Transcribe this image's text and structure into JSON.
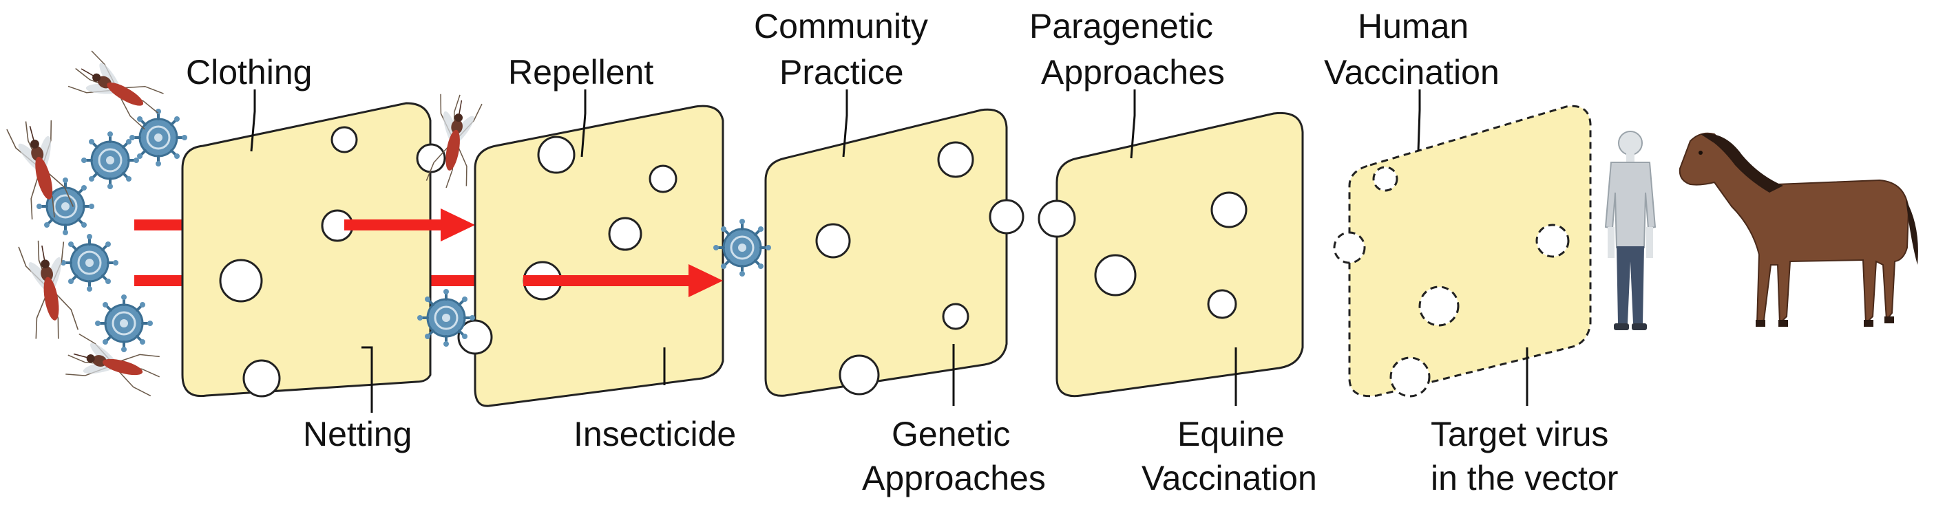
{
  "diagram": {
    "colors": {
      "slice_fill": "#fbf0b4",
      "outline": "#222222",
      "arrow": "#f2231f",
      "virus": "#5f93b8",
      "virus_dark": "#3c6f93",
      "mosquito_body": "#b43a2c",
      "horse": "#7a4a30",
      "horse_mane": "#2b1a12",
      "person_shirt": "#c9ced3",
      "person_pants": "#41516a"
    },
    "labels": {
      "clothing": "Clothing",
      "netting": "Netting",
      "repellent": "Repellent",
      "insecticide": "Insecticide",
      "community_1": "Community",
      "community_2": "Practice",
      "genetic_1": "Genetic",
      "genetic_2": "Approaches",
      "paragenetic_1": "Paragenetic",
      "paragenetic_2": "Approaches",
      "equine_1": "Equine",
      "equine_2": "Vaccination",
      "human_1": "Human",
      "human_2": "Vaccination",
      "target_1": "Target virus",
      "target_2": "in the vector"
    },
    "icons": {
      "mosquito": "mosquito-icon",
      "virus": "virus-particle-icon",
      "human": "human-figure-icon",
      "horse": "horse-icon"
    }
  }
}
